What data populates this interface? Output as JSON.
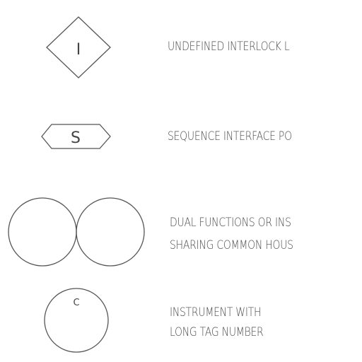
{
  "legend": {
    "items": [
      {
        "symbol": "diamond",
        "symbol_text": "I",
        "label_lines": [
          "UNDEFINED INTERLOCK L"
        ]
      },
      {
        "symbol": "hexagon",
        "symbol_text": "S",
        "label_lines": [
          "SEQUENCE INTERFACE PO"
        ]
      },
      {
        "symbol": "double-circle",
        "symbol_text": "",
        "label_lines": [
          "DUAL FUNCTIONS OR INS",
          "SHARING COMMON HOUS"
        ]
      },
      {
        "symbol": "circle",
        "symbol_text": "C",
        "label_lines": [
          "INSTRUMENT WITH",
          "LONG TAG NUMBER"
        ]
      }
    ]
  }
}
